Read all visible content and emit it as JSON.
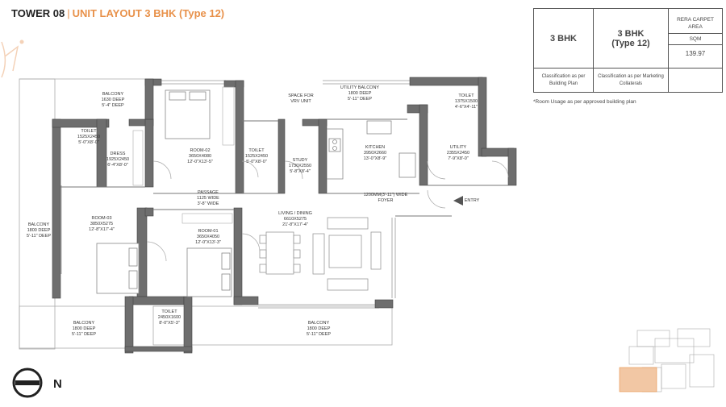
{
  "header": {
    "tower": "TOWER 08",
    "separator": "|",
    "unit_layout": "UNIT LAYOUT 3 BHK (Type 12)"
  },
  "area_table": {
    "type_bhk": "3 BHK",
    "type_marketing_line1": "3 BHK",
    "type_marketing_line2": "(Type 12)",
    "rera_heading": "RERA CARPET AREA",
    "unit": "SQM",
    "value": "139.97",
    "class_building_plan": "Classification as per Building Plan",
    "class_marketing": "Classification as per Marketing Collaterals"
  },
  "note": "*Room Usage as per approved building plan",
  "rooms": {
    "balcony_top": [
      "BALCONY",
      "1630 DEEP",
      "5'-4\" DEEP"
    ],
    "room02": [
      "ROOM-02",
      "3650X4080",
      "12'-0\"X13'-5\""
    ],
    "toilet_left": [
      "TOILET",
      "1525X2450",
      "5'-0\"X8'-0\""
    ],
    "dress": [
      "DRESS",
      "1925X2450",
      "6'-4\"X8'-0\""
    ],
    "toilet_mid": [
      "TOILET",
      "1525X2450",
      "5'-0\"X8'-0\""
    ],
    "vrv": [
      "SPACE FOR",
      "VRV UNIT"
    ],
    "study": [
      "STUDY",
      "1730X2550",
      "5'-8\"X8'-4\""
    ],
    "utility_balcony": [
      "UTILITY BALCONY",
      "1800 DEEP",
      "5'-11\" DEEP"
    ],
    "kitchen": [
      "KITCHEN",
      "3950X2660",
      "13'-0\"X8'-9\""
    ],
    "toilet_right": [
      "TOILET",
      "1375X1500",
      "4'-6\"X4'-11\""
    ],
    "utility": [
      "UTILITY",
      "2355X2450",
      "7'-9\"X8'-0\""
    ],
    "passage": [
      "PASSAGE",
      "1125 WIDE",
      "3'-8\" WIDE"
    ],
    "foyer": [
      "1200MM(3'-11\") WIDE",
      "FOYER"
    ],
    "entry": "ENTRY",
    "balcony_left": [
      "BALCONY",
      "1800 DEEP",
      "5'-11\" DEEP"
    ],
    "room03": [
      "ROOM-03",
      "3850X5275",
      "12'-8\"X17'-4\""
    ],
    "room01": [
      "ROOM-01",
      "3650X4050",
      "12'-0\"X13'-3\""
    ],
    "living": [
      "LIVING / DINING",
      "6610X5275",
      "21'-8\"X17'-4\""
    ],
    "toilet_bottom": [
      "TOILET",
      "2450X1600",
      "8'-0\"X5'-3\""
    ],
    "balcony_bottom_left": [
      "BALCONY",
      "1800 DEEP",
      "5'-11\" DEEP"
    ],
    "balcony_bottom_right": [
      "BALCONY",
      "1800 DEEP",
      "5'-11\" DEEP"
    ]
  },
  "north": "N",
  "colors": {
    "accent": "#e8914a",
    "wall": "#6e6e6e",
    "key_highlight": "#f2c7a4"
  }
}
